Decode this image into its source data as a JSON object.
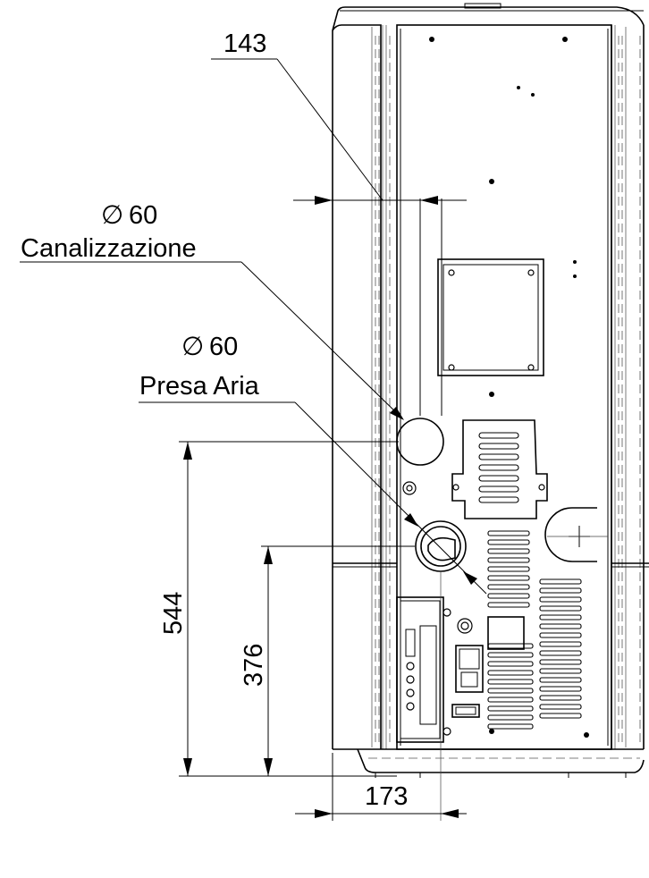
{
  "dimensions": {
    "top_offset": "143",
    "flue_height": "544",
    "air_inlet_height": "376",
    "bottom_offset": "173"
  },
  "callouts": {
    "flue": {
      "diameter_symbol": "∅",
      "diameter": "60",
      "label": "Canalizzazione"
    },
    "air_inlet": {
      "diameter_symbol": "∅",
      "diameter": "60",
      "label": "Presa Aria"
    }
  }
}
